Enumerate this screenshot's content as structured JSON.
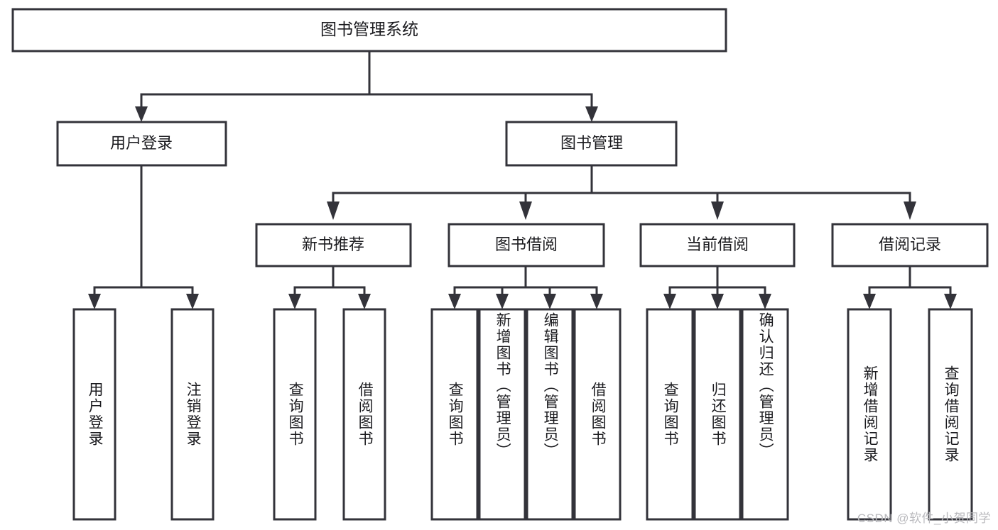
{
  "diagram": {
    "type": "tree-hierarchy",
    "title": "图书管理系统",
    "colors": {
      "stroke": "#33333a",
      "box_fill": "#ffffff",
      "text": "#1b1b1f",
      "background": "#ffffff",
      "watermark": "#b9b9bd"
    },
    "root": {
      "label": "图书管理系统"
    },
    "level2": [
      {
        "label": "用户登录"
      },
      {
        "label": "图书管理"
      }
    ],
    "level3": [
      {
        "label": "新书推荐",
        "parent": "图书管理"
      },
      {
        "label": "图书借阅",
        "parent": "图书管理"
      },
      {
        "label": "当前借阅",
        "parent": "图书管理"
      },
      {
        "label": "借阅记录",
        "parent": "图书管理"
      }
    ],
    "leaves": {
      "用户登录": [
        {
          "label": "用户登录"
        },
        {
          "label": "注销登录"
        }
      ],
      "新书推荐": [
        {
          "label": "查询图书"
        },
        {
          "label": "借阅图书"
        }
      ],
      "图书借阅": [
        {
          "label": "查询图书"
        },
        {
          "label": "新增图书（管理员）"
        },
        {
          "label": "编辑图书（管理员）"
        },
        {
          "label": "借阅图书"
        }
      ],
      "当前借阅": [
        {
          "label": "查询图书"
        },
        {
          "label": "归还图书"
        },
        {
          "label": "确认归还（管理员）"
        }
      ],
      "借阅记录": [
        {
          "label": "新增借阅记录"
        },
        {
          "label": "查询借阅记录"
        }
      ]
    }
  },
  "watermark": {
    "text": "CSDN @软件_小贺同学"
  }
}
